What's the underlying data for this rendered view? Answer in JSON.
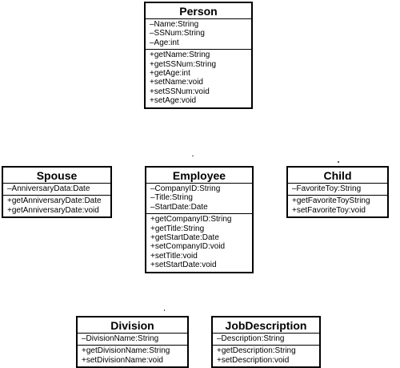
{
  "classes": {
    "person": {
      "name": "Person",
      "attributes": [
        "–Name:String",
        "–SSNum:String",
        "–Age:int"
      ],
      "methods": [
        "+getName:String",
        "+getSSNum:String",
        "+getAge:int",
        "+setName:void",
        "+setSSNum:void",
        "+setAge:void"
      ]
    },
    "spouse": {
      "name": "Spouse",
      "attributes": [
        "–AnniversaryData:Date"
      ],
      "methods": [
        "+getAnniversaryDate:Date",
        "+getAnniversaryDate:void"
      ]
    },
    "employee": {
      "name": "Employee",
      "attributes": [
        "–CompanyID:String",
        "–Title:String",
        "–StartDate:Date"
      ],
      "methods": [
        "+getCompanyID:String",
        "+getTitle:String",
        "+getStartDate:Date",
        "+setCompanyID:void",
        "+setTitle:void",
        "+setStartDate:void"
      ]
    },
    "child": {
      "name": "Child",
      "attributes": [
        "–FavoriteToy:String"
      ],
      "methods": [
        "+getFavoriteToyString",
        "+setFavoriteToy:void"
      ]
    },
    "division": {
      "name": "Division",
      "attributes": [
        "–DivisionName:String"
      ],
      "methods": [
        "+getDivisionName:String",
        "+setDivisionName:void"
      ]
    },
    "jobdescription": {
      "name": "JobDescription",
      "attributes": [
        "–Description:String"
      ],
      "methods": [
        "+getDescription:String",
        "+setDescription:void"
      ]
    }
  }
}
